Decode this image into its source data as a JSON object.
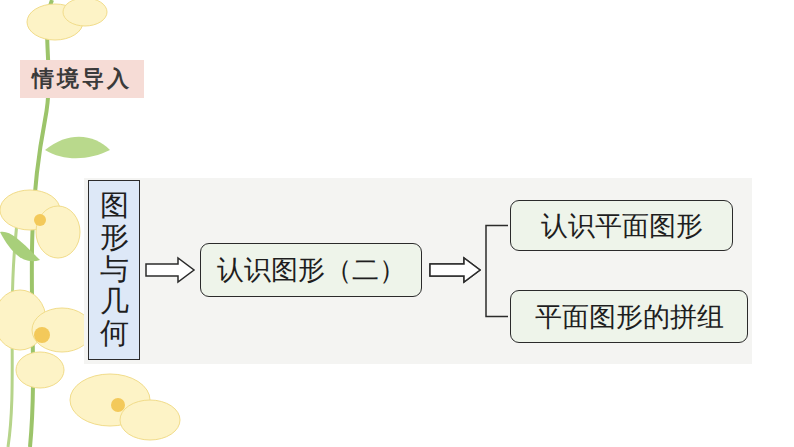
{
  "diagram": {
    "nodes": [
      {
        "text": [
          "图形与几何"
        ]
      },
      {
        "text": [
          "认识图形（二）"
        ]
      },
      {
        "text": [
          "认识平面图形"
        ]
      },
      {
        "text": [
          "平面图形的拼组"
        ]
      }
    ],
    "edges": [
      {
        "from": 0,
        "to": 1,
        "arrow": "to"
      },
      {
        "from": 1,
        "to": 2,
        "arrow": "to"
      },
      {
        "from": 1,
        "to": 3,
        "arrow": "to"
      }
    ],
    "labels": [
      "情境导入"
    ]
  }
}
